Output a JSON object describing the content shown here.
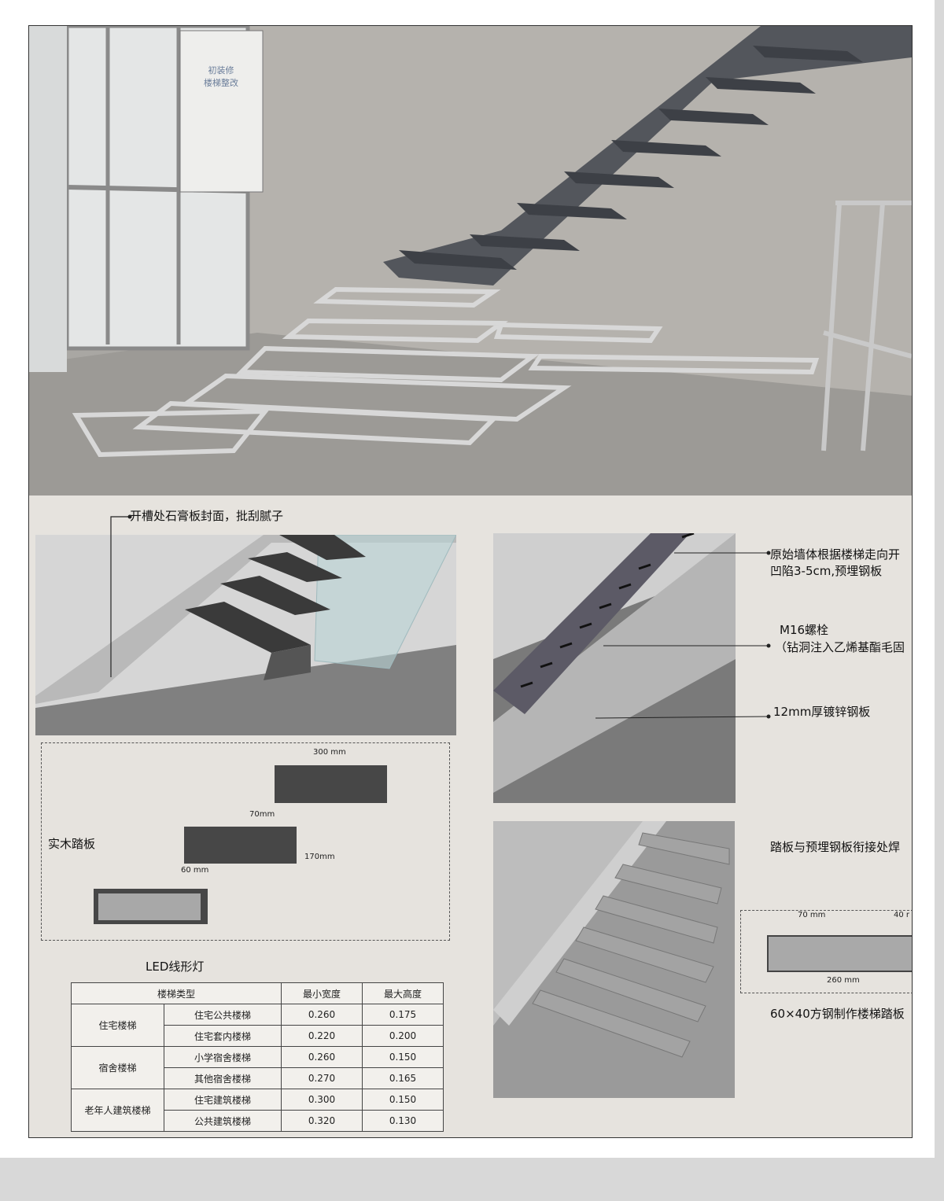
{
  "callouts": {
    "slot_cover": "开槽处石膏板封面，批刮腻子",
    "wall_slot": "原始墙体根据楼梯走向开",
    "wall_slot_2": "凹陷3-5cm,预埋钢板",
    "bolt": "M16螺栓",
    "bolt_note": "（钻洞注入乙烯基酯毛固",
    "plate": "12mm厚镀锌钢板",
    "weld": "踏板与预埋钢板衔接处焊",
    "tube_tread": "60×40方钢制作楼梯踏板",
    "wood_tread": "实木踏板",
    "led": "LED线形灯"
  },
  "dimensions": {
    "d300": "300 mm",
    "d70": "70mm",
    "d170": "170mm",
    "d60": "60 mm",
    "d70b": "70 mm",
    "d40": "40 r",
    "d260": "260 mm"
  },
  "photo_sign": [
    "初装修",
    "楼梯整改"
  ],
  "table": {
    "headers": [
      "楼梯类型",
      "最小宽度",
      "最大高度"
    ],
    "groups": [
      {
        "name": "住宅楼梯",
        "rows": [
          [
            "住宅公共楼梯",
            "0.260",
            "0.175"
          ],
          [
            "住宅套内楼梯",
            "0.220",
            "0.200"
          ]
        ]
      },
      {
        "name": "宿舍楼梯",
        "rows": [
          [
            "小学宿舍楼梯",
            "0.260",
            "0.150"
          ],
          [
            "其他宿舍楼梯",
            "0.270",
            "0.165"
          ]
        ]
      },
      {
        "name": "老年人建筑楼梯",
        "rows": [
          [
            "住宅建筑楼梯",
            "0.300",
            "0.150"
          ],
          [
            "公共建筑楼梯",
            "0.320",
            "0.130"
          ]
        ]
      }
    ]
  }
}
